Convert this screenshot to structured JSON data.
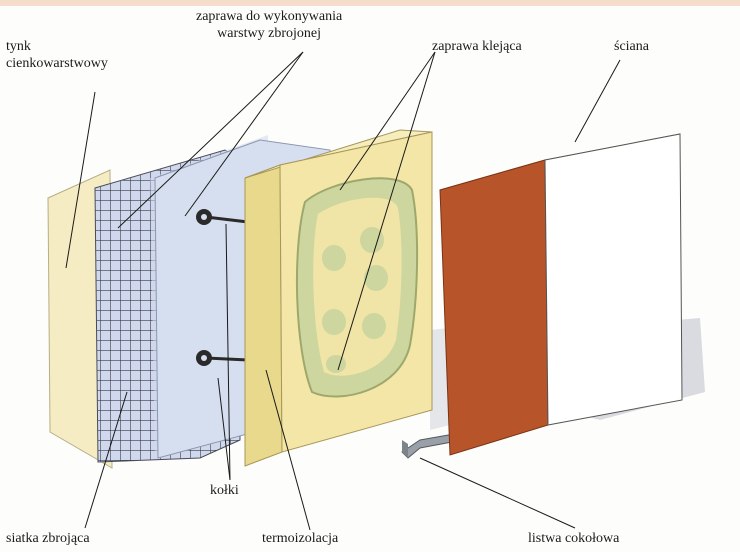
{
  "labels": {
    "tynk": "tynk\ncienkowarstwowy",
    "zaprawa_zbrojona": "zaprawa do wykonywania\nwarstwy zbrojonej",
    "zaprawa_klejaca": "zaprawa klejąca",
    "sciana": "ściana",
    "kolki": "kołki",
    "siatka": "siatka zbrojąca",
    "termoizolacja": "termoizolacja",
    "listwa": "listwa cokołowa"
  },
  "colors": {
    "plaster": "#f6ecc4",
    "mesh_panel": "#cfd8ec",
    "mesh_line": "#3d3d4a",
    "mortar_panel": "#d6dff0",
    "insulation_face": "#f3e6a6",
    "insulation_side": "#e9d98c",
    "adhesive": "#c9d49a",
    "wall_front": "#b8542a",
    "wall_top": "#e7a85b",
    "wall_side": "#ffffff",
    "shadow": "#cfd2da"
  }
}
